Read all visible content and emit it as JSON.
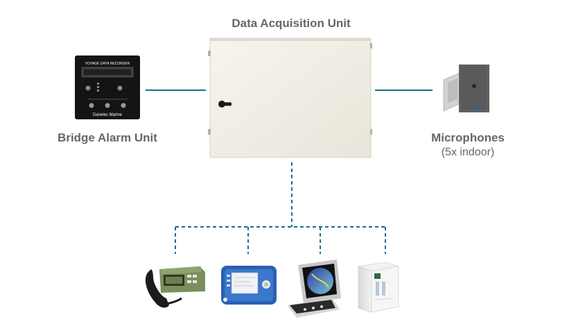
{
  "diagram": {
    "colors": {
      "connector": "#1a6e8a",
      "label": "#666666",
      "cabinet": "#f1eee6"
    },
    "central_unit": {
      "label": "Data Acquisition Unit",
      "icon": "cabinet-icon"
    },
    "left_device": {
      "label": "Bridge Alarm Unit",
      "icon": "alarm-panel-icon",
      "panel_title": "VOYAGE DATA RECORDER",
      "brand": "Danelec Marine"
    },
    "right_device": {
      "label": "Microphones",
      "sublabel": "(5x indoor)",
      "icon": "microphone-icon"
    },
    "peripherals": [
      {
        "icon": "radio-handset-icon"
      },
      {
        "icon": "control-display-icon"
      },
      {
        "icon": "radar-console-icon"
      },
      {
        "icon": "processor-box-icon"
      }
    ]
  }
}
